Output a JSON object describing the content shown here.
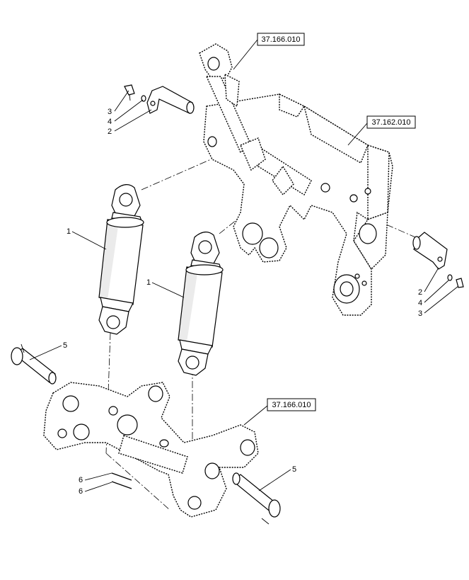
{
  "references": {
    "top_link": "37.166.010",
    "frame": "37.162.010",
    "lower_link": "37.166.010"
  },
  "callouts": {
    "cylinder_left": "1",
    "cylinder_right": "1",
    "pin_left": "5",
    "pin_right": "5",
    "left_upper_pin": "2",
    "left_upper_bolt": "3",
    "left_upper_washer": "4",
    "right_pin": "2",
    "right_washer": "4",
    "right_bolt": "3",
    "roll_pin_a": "6",
    "roll_pin_b": "6"
  }
}
